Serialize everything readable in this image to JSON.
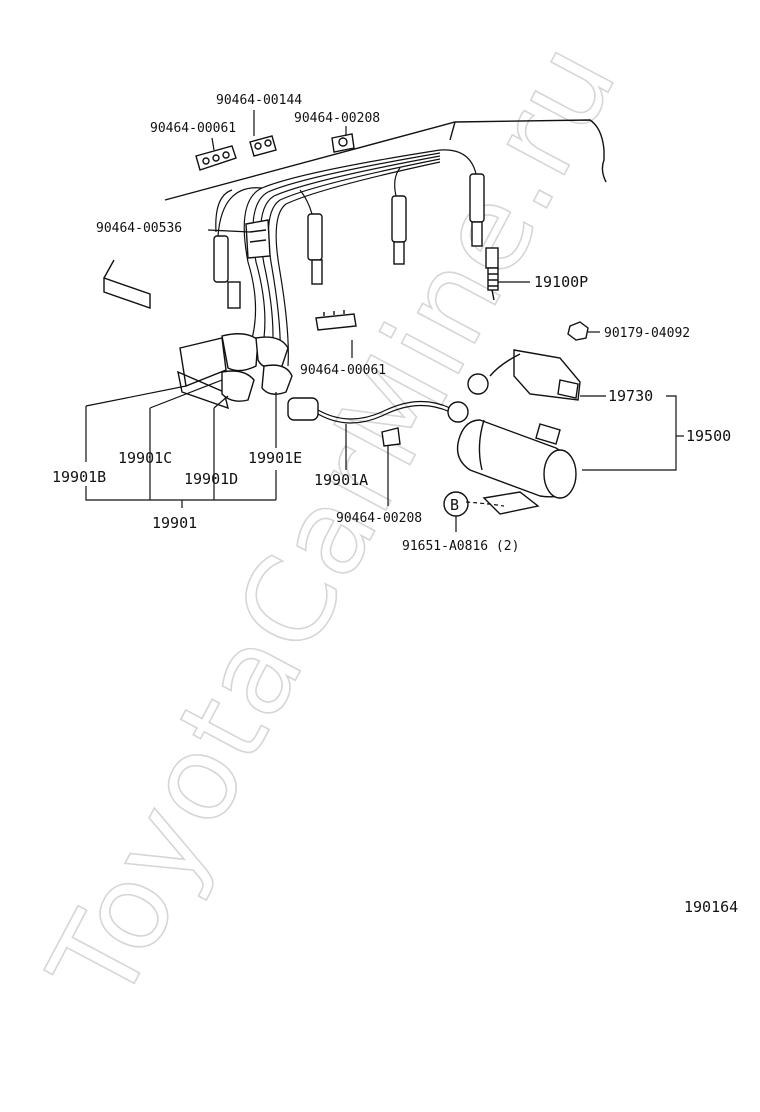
{
  "diagram": {
    "watermark": "ToyotaCarMine.ru",
    "figure_number": "190164",
    "parts": {
      "clamp_00144": "90464-00144",
      "clamp_00061_top": "90464-00061",
      "clamp_00208_top": "90464-00208",
      "clamp_00536": "90464-00536",
      "spark_plug": "19100P",
      "nut": "90179-04092",
      "clamp_00061_mid": "90464-00061",
      "igniter": "19730",
      "coil_assy": "19500",
      "cord_c": "19901C",
      "cord_e": "19901E",
      "cord_b": "19901B",
      "cord_d": "19901D",
      "cord_a": "19901A",
      "cord_set": "19901",
      "clamp_00208_bottom": "90464-00208",
      "bolt": "91651-A0816 (2)",
      "bolt_ref": "B"
    }
  }
}
